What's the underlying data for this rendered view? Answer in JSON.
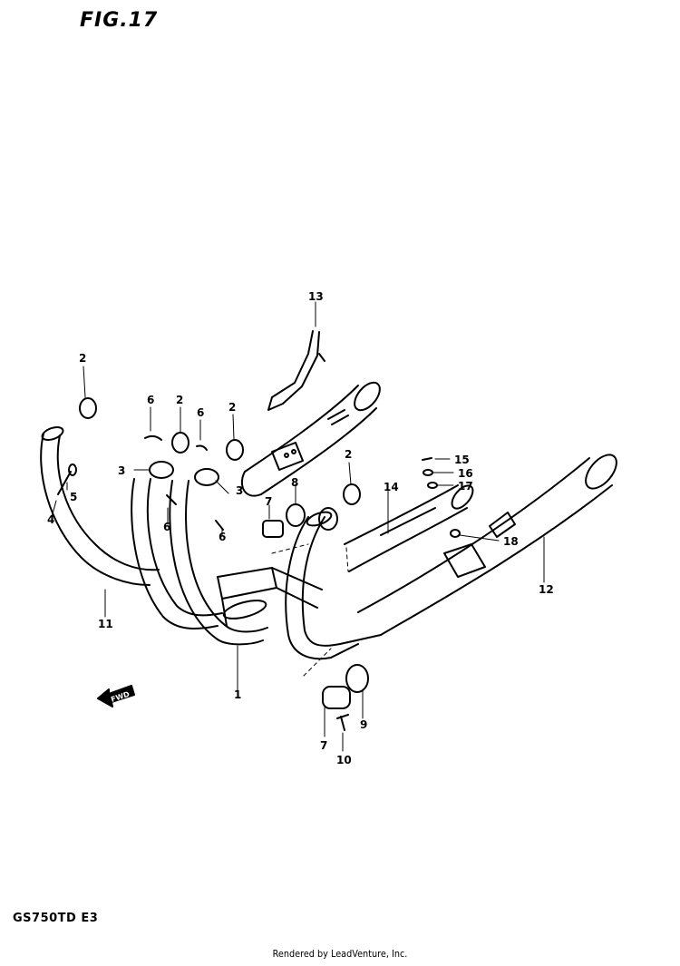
{
  "figure": {
    "title": "FIG.17"
  },
  "model_code": "GS750TD  E3",
  "footer": "Rendered by LeadVenture, Inc.",
  "fwd_label": "FWD",
  "callouts": {
    "c1": "1",
    "c2a": "2",
    "c2b": "2",
    "c2c": "2",
    "c2d": "2",
    "c3a": "3",
    "c3b": "3",
    "c4": "4",
    "c5": "5",
    "c6a": "6",
    "c6b": "6",
    "c6c": "6",
    "c6d": "6",
    "c7a": "7",
    "c7b": "7",
    "c8": "8",
    "c9": "9",
    "c10": "10",
    "c11": "11",
    "c12": "12",
    "c13": "13",
    "c14": "14",
    "c15": "15",
    "c16": "16",
    "c17": "17",
    "c18": "18"
  }
}
